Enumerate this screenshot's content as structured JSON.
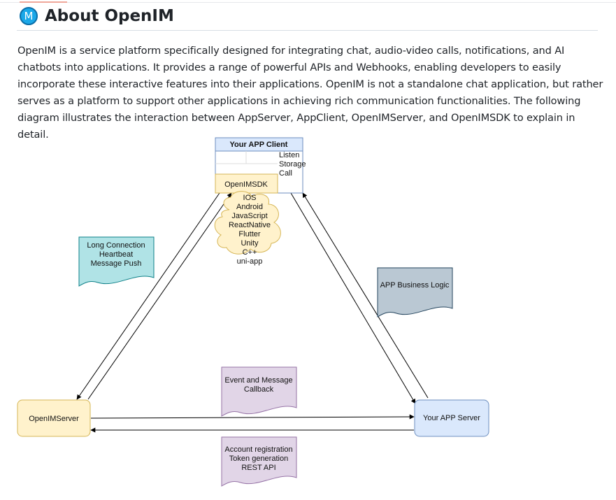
{
  "header": {
    "logo_letter": "M",
    "title": "About OpenIM"
  },
  "intro": {
    "line1": "OpenIM is a service platform specifically designed for integrating chat, audio-video calls, notifications, and AI",
    "line2": "chatbots into applications. It provides a range of powerful APIs and Webhooks, enabling developers to easily",
    "line3": "incorporate these interactive features into their applications. OpenIM is not a standalone chat application, but rather",
    "line4": "serves as a platform to support other applications in achieving rich communication functionalities. The following",
    "line5": "diagram illustrates the interaction between AppServer, AppClient, OpenIMServer, and OpenIMSDK to explain in detail."
  },
  "diagram": {
    "app_client": {
      "title": "Your APP Client",
      "features": [
        "Listen",
        "Storage",
        "Call"
      ],
      "sdk": "OpenIMSDK"
    },
    "platforms": [
      "IOS",
      "Android",
      "JavaScript",
      "ReactNative",
      "Flutter",
      "Unity",
      "C++",
      "uni-app"
    ],
    "long_connection": [
      "Long Connection",
      "Heartbeat",
      "Message Push"
    ],
    "business_logic": "APP Business Logic",
    "openim_server": "OpenIMServer",
    "app_server": "Your APP Server",
    "callback": [
      "Event and Message",
      "Callback"
    ],
    "rest_api": [
      "Account registration",
      "Token generation",
      "REST API"
    ]
  },
  "colors": {
    "accent_blue": "#1ba8e8",
    "client_fill": "#dae8fc",
    "client_border": "#6c8ebf",
    "sdk_fill": "#fff2cc",
    "sdk_border": "#d6b656",
    "note_teal": "#b0e3e6",
    "note_gray": "#bac8d3",
    "note_purple": "#e1d5e7"
  }
}
